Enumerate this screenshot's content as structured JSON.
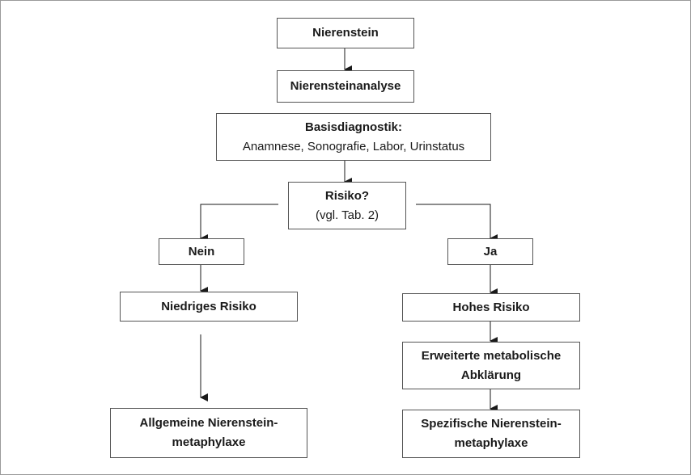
{
  "nodes": {
    "stone": {
      "title": "Nierenstein"
    },
    "analysis": {
      "title": "Nierensteinanalyse"
    },
    "basic": {
      "title": "Basisdiagnostik:",
      "subtitle": "Anamnese, Sonografie, Labor, Urinstatus"
    },
    "risk": {
      "title": "Risiko?",
      "subtitle": "(vgl. Tab. 2)"
    },
    "no": {
      "title": "Nein"
    },
    "yes": {
      "title": "Ja"
    },
    "low": {
      "title": "Niedriges Risiko"
    },
    "high": {
      "title": "Hohes Risiko"
    },
    "extended": {
      "title_line1": "Erweiterte metabolische",
      "title_line2": "Abklärung"
    },
    "general": {
      "title_line1": "Allgemeine Nierenstein-",
      "title_line2": "metaphylaxe"
    },
    "specific": {
      "title_line1": "Spezifische Nierenstein-",
      "title_line2": "metaphylaxe"
    }
  },
  "colors": {
    "line": "#1a1a1a",
    "border": "#555555",
    "frame": "#9a9a9a"
  }
}
